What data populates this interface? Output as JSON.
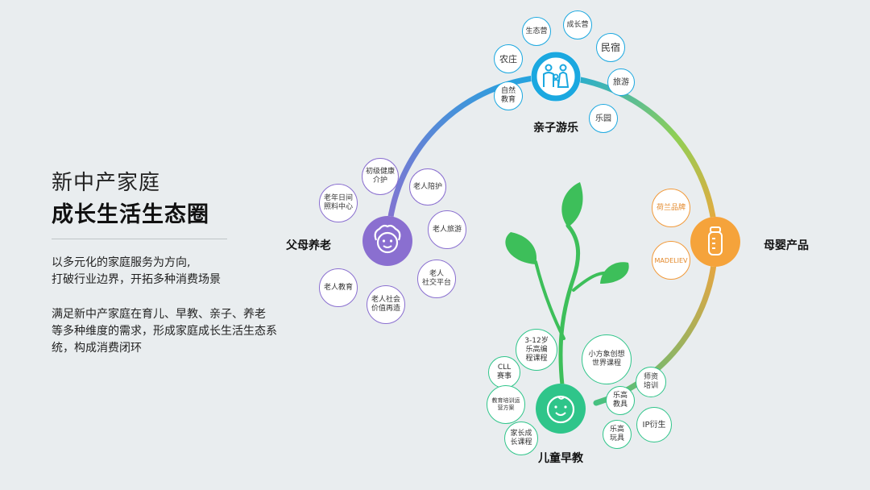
{
  "intro": {
    "title_line1": "新中产家庭",
    "title_line2": "成长生活生态圈",
    "paragraph1": [
      "以多元化的家庭服务为方向,",
      "打破行业边界，开拓多种消费场景"
    ],
    "paragraph2": [
      "满足新中产家庭在育儿、早教、亲子、养老",
      "等多种维度的需求，形成家庭成长生活生态系",
      "统，构成消费闭环"
    ]
  },
  "hubs": {
    "family_travel": {
      "label": "亲子游乐",
      "color": "#1ba8e0",
      "icon": "family-icon"
    },
    "maternal": {
      "label": "母婴产品",
      "color": "#f5a33b",
      "icon": "baby-bottle-icon"
    },
    "early_education": {
      "label": "儿童早教",
      "color": "#2fc58a",
      "icon": "baby-face-icon"
    },
    "elderly_care": {
      "label": "父母养老",
      "color": "#8a6fd0",
      "icon": "grandparent-icon"
    }
  },
  "nodes": {
    "family_travel": [
      [
        "生态营"
      ],
      [
        "成长营"
      ],
      [
        "民宿"
      ],
      [
        "农庄"
      ],
      [
        "旅游"
      ],
      [
        "自然",
        "教育"
      ],
      [
        "乐园"
      ]
    ],
    "maternal": [
      [
        "荷兰品牌"
      ],
      [
        "MADELIEV"
      ]
    ],
    "elderly_care": [
      [
        "初级健康",
        "介护"
      ],
      [
        "老年日间",
        "照料中心"
      ],
      [
        "老人陪护"
      ],
      [
        "老人旅游"
      ],
      [
        "老人",
        "社交平台"
      ],
      [
        "老人教育"
      ],
      [
        "老人社会",
        "价值再造"
      ]
    ],
    "early_education": [
      [
        "3-12岁",
        "乐高编",
        "程课程"
      ],
      [
        "小方象创想",
        "世界课程"
      ],
      [
        "CLL",
        "赛事"
      ],
      [
        "师资",
        "培训"
      ],
      [
        "乐高",
        "教具"
      ],
      [
        "教育培训运",
        "营方案"
      ],
      [
        "IP衍生"
      ],
      [
        "乐高",
        "玩具"
      ],
      [
        "家长成",
        "长课程"
      ]
    ]
  },
  "colors": {
    "ring_blue": "#1ba8e0",
    "ring_green": "#8fcf55",
    "ring_orange": "#f5a33b",
    "ring_purple": "#8a6fd0",
    "leaf_green": "#3dbf5a"
  }
}
